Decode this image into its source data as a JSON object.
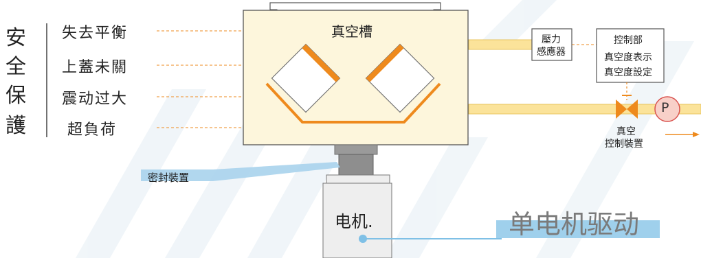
{
  "safety": {
    "title_chars": [
      "安",
      "全",
      "保",
      "護"
    ],
    "items": [
      "失去平衡",
      "上蓋未關",
      "震动过大",
      "超負荷"
    ]
  },
  "tank": {
    "label": "真空槽"
  },
  "pressure_sensor": {
    "line1": "壓力",
    "line2": "感應器"
  },
  "control_unit": {
    "title": "控制部",
    "line1": "真空度表示",
    "line2": "真空度設定"
  },
  "vacuum_control": {
    "line1": "真空",
    "line2": "控制裝置"
  },
  "pump": {
    "symbol": "P"
  },
  "seal": {
    "label": "密封裝置"
  },
  "motor": {
    "label": "电机."
  },
  "drive": {
    "label": "单电机驱动"
  },
  "colors": {
    "tank_fill": "#fdf6dc",
    "pipe_fill": "#fbe39a",
    "orange": "#ee8a1d",
    "pump_fill": "#f8d0c8",
    "pump_stroke": "#d9534f",
    "seal_blue": "#a8d3ec",
    "drive_blue": "#9fd0ec",
    "motor_fill": "#eeeeee",
    "coupling_fill": "#8e8e8e"
  }
}
